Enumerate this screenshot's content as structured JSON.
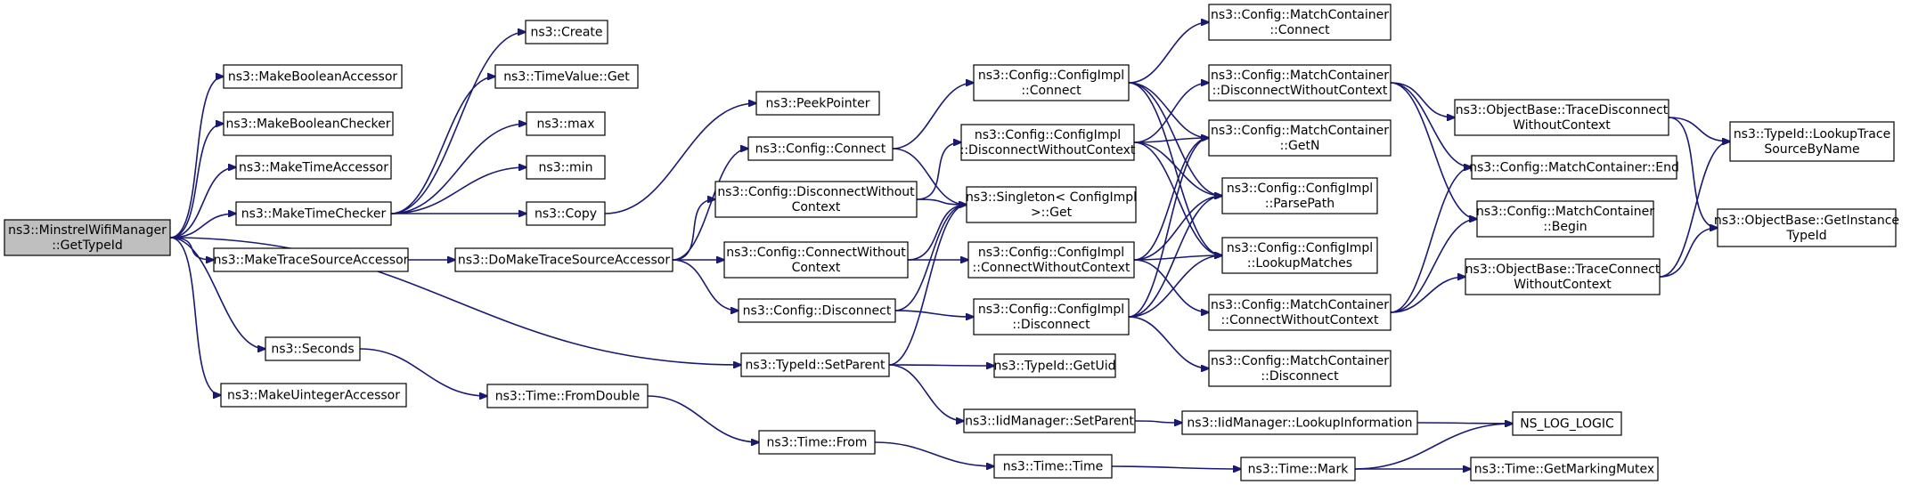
{
  "nodes": [
    {
      "id": "root",
      "lines": [
        "ns3::MinstrelWifiManager",
        "::GetTypeId"
      ],
      "root": true
    },
    {
      "id": "mba",
      "lines": [
        "ns3::MakeBooleanAccessor"
      ]
    },
    {
      "id": "mbc",
      "lines": [
        "ns3::MakeBooleanChecker"
      ]
    },
    {
      "id": "mta",
      "lines": [
        "ns3::MakeTimeAccessor"
      ]
    },
    {
      "id": "mtc",
      "lines": [
        "ns3::MakeTimeChecker"
      ]
    },
    {
      "id": "mtsa",
      "lines": [
        "ns3::MakeTraceSourceAccessor"
      ]
    },
    {
      "id": "sec",
      "lines": [
        "ns3::Seconds"
      ]
    },
    {
      "id": "mua",
      "lines": [
        "ns3::MakeUintegerAccessor"
      ]
    },
    {
      "id": "create",
      "lines": [
        "ns3::Create"
      ]
    },
    {
      "id": "tvget",
      "lines": [
        "ns3::TimeValue::Get"
      ]
    },
    {
      "id": "max",
      "lines": [
        "ns3::max"
      ]
    },
    {
      "id": "min",
      "lines": [
        "ns3::min"
      ]
    },
    {
      "id": "copy",
      "lines": [
        "ns3::Copy"
      ]
    },
    {
      "id": "dmtsa",
      "lines": [
        "ns3::DoMakeTraceSourceAccessor"
      ]
    },
    {
      "id": "tfd",
      "lines": [
        "ns3::Time::FromDouble"
      ]
    },
    {
      "id": "peek",
      "lines": [
        "ns3::PeekPointer"
      ]
    },
    {
      "id": "cconn",
      "lines": [
        "ns3::Config::Connect"
      ]
    },
    {
      "id": "cdwc",
      "lines": [
        "ns3::Config::DisconnectWithout",
        "Context"
      ]
    },
    {
      "id": "ccwc",
      "lines": [
        "ns3::Config::ConnectWithout",
        "Context"
      ]
    },
    {
      "id": "cdisc",
      "lines": [
        "ns3::Config::Disconnect"
      ]
    },
    {
      "id": "tsp",
      "lines": [
        "ns3::TypeId::SetParent"
      ]
    },
    {
      "id": "tfrom",
      "lines": [
        "ns3::Time::From"
      ]
    },
    {
      "id": "cic",
      "lines": [
        "ns3::Config::ConfigImpl",
        "::Connect"
      ]
    },
    {
      "id": "cidwc",
      "lines": [
        "ns3::Config::ConfigImpl",
        "::DisconnectWithoutContext"
      ]
    },
    {
      "id": "sing",
      "lines": [
        "ns3::Singleton< ConfigImpl",
        ">::Get"
      ]
    },
    {
      "id": "cicwc",
      "lines": [
        "ns3::Config::ConfigImpl",
        "::ConnectWithoutContext"
      ]
    },
    {
      "id": "cid",
      "lines": [
        "ns3::Config::ConfigImpl",
        "::Disconnect"
      ]
    },
    {
      "id": "guid",
      "lines": [
        "ns3::TypeId::GetUid"
      ]
    },
    {
      "id": "imsp",
      "lines": [
        "ns3::IidManager::SetParent"
      ]
    },
    {
      "id": "tt",
      "lines": [
        "ns3::Time::Time"
      ]
    },
    {
      "id": "mcc",
      "lines": [
        "ns3::Config::MatchContainer",
        "::Connect"
      ]
    },
    {
      "id": "mcdwc",
      "lines": [
        "ns3::Config::MatchContainer",
        "::DisconnectWithoutContext"
      ]
    },
    {
      "id": "mcgn",
      "lines": [
        "ns3::Config::MatchContainer",
        "::GetN"
      ]
    },
    {
      "id": "cipp",
      "lines": [
        "ns3::Config::ConfigImpl",
        "::ParsePath"
      ]
    },
    {
      "id": "cilm",
      "lines": [
        "ns3::Config::ConfigImpl",
        "::LookupMatches"
      ]
    },
    {
      "id": "mccwc",
      "lines": [
        "ns3::Config::MatchContainer",
        "::ConnectWithoutContext"
      ]
    },
    {
      "id": "mcd",
      "lines": [
        "ns3::Config::MatchContainer",
        "::Disconnect"
      ]
    },
    {
      "id": "imli",
      "lines": [
        "ns3::IidManager::LookupInformation"
      ]
    },
    {
      "id": "tmark",
      "lines": [
        "ns3::Time::Mark"
      ]
    },
    {
      "id": "obtdwc",
      "lines": [
        "ns3::ObjectBase::TraceDisconnect",
        "WithoutContext"
      ]
    },
    {
      "id": "mcend",
      "lines": [
        "ns3::Config::MatchContainer::End"
      ]
    },
    {
      "id": "mcbeg",
      "lines": [
        "ns3::Config::MatchContainer",
        "::Begin"
      ]
    },
    {
      "id": "obtcwc",
      "lines": [
        "ns3::ObjectBase::TraceConnect",
        "WithoutContext"
      ]
    },
    {
      "id": "nslog",
      "lines": [
        "NS_LOG_LOGIC"
      ]
    },
    {
      "id": "tgmm",
      "lines": [
        "ns3::Time::GetMarkingMutex"
      ]
    },
    {
      "id": "tilt",
      "lines": [
        "ns3::TypeId::LookupTrace",
        "SourceByName"
      ]
    },
    {
      "id": "obgit",
      "lines": [
        "ns3::ObjectBase::GetInstance",
        "TypeId"
      ]
    }
  ],
  "edges": [
    [
      "root",
      "mba"
    ],
    [
      "root",
      "mbc"
    ],
    [
      "root",
      "mta"
    ],
    [
      "root",
      "mtc"
    ],
    [
      "root",
      "mtsa"
    ],
    [
      "root",
      "sec"
    ],
    [
      "root",
      "mua"
    ],
    [
      "root",
      "tsp"
    ],
    [
      "mtc",
      "create"
    ],
    [
      "mtc",
      "tvget"
    ],
    [
      "mtc",
      "max"
    ],
    [
      "mtc",
      "min"
    ],
    [
      "mtc",
      "copy"
    ],
    [
      "copy",
      "peek"
    ],
    [
      "mtsa",
      "dmtsa"
    ],
    [
      "dmtsa",
      "cconn"
    ],
    [
      "dmtsa",
      "cdwc"
    ],
    [
      "dmtsa",
      "ccwc"
    ],
    [
      "dmtsa",
      "cdisc"
    ],
    [
      "sec",
      "tfd"
    ],
    [
      "tfd",
      "tfrom"
    ],
    [
      "tfrom",
      "tt"
    ],
    [
      "cconn",
      "cic"
    ],
    [
      "cconn",
      "sing"
    ],
    [
      "cdwc",
      "cidwc"
    ],
    [
      "cdwc",
      "sing"
    ],
    [
      "ccwc",
      "cicwc"
    ],
    [
      "ccwc",
      "sing"
    ],
    [
      "cdisc",
      "cid"
    ],
    [
      "cdisc",
      "sing"
    ],
    [
      "tsp",
      "sing"
    ],
    [
      "tsp",
      "guid"
    ],
    [
      "tsp",
      "imsp"
    ],
    [
      "imsp",
      "imli"
    ],
    [
      "imli",
      "nslog"
    ],
    [
      "tt",
      "tmark"
    ],
    [
      "tmark",
      "nslog"
    ],
    [
      "tmark",
      "tgmm"
    ],
    [
      "cic",
      "mcc"
    ],
    [
      "cic",
      "mcgn"
    ],
    [
      "cic",
      "cipp"
    ],
    [
      "cic",
      "cilm"
    ],
    [
      "cidwc",
      "mcdwc"
    ],
    [
      "cidwc",
      "mcgn"
    ],
    [
      "cidwc",
      "cipp"
    ],
    [
      "cidwc",
      "cilm"
    ],
    [
      "cicwc",
      "mccwc"
    ],
    [
      "cicwc",
      "mcgn"
    ],
    [
      "cicwc",
      "cipp"
    ],
    [
      "cicwc",
      "cilm"
    ],
    [
      "cid",
      "mcd"
    ],
    [
      "cid",
      "mcgn"
    ],
    [
      "cid",
      "cipp"
    ],
    [
      "cid",
      "cilm"
    ],
    [
      "mcdwc",
      "obtdwc"
    ],
    [
      "mcdwc",
      "mcend"
    ],
    [
      "mcdwc",
      "mcbeg"
    ],
    [
      "mccwc",
      "mcend"
    ],
    [
      "mccwc",
      "mcbeg"
    ],
    [
      "mccwc",
      "obtcwc"
    ],
    [
      "obtdwc",
      "tilt"
    ],
    [
      "obtdwc",
      "obgit"
    ],
    [
      "obtcwc",
      "tilt"
    ],
    [
      "obtcwc",
      "obgit"
    ]
  ],
  "colors": {
    "edge": "#191970",
    "node_border": "#000000",
    "node_fill": "#ffffff",
    "root_fill": "#bfbfbf",
    "text": "#000000"
  }
}
